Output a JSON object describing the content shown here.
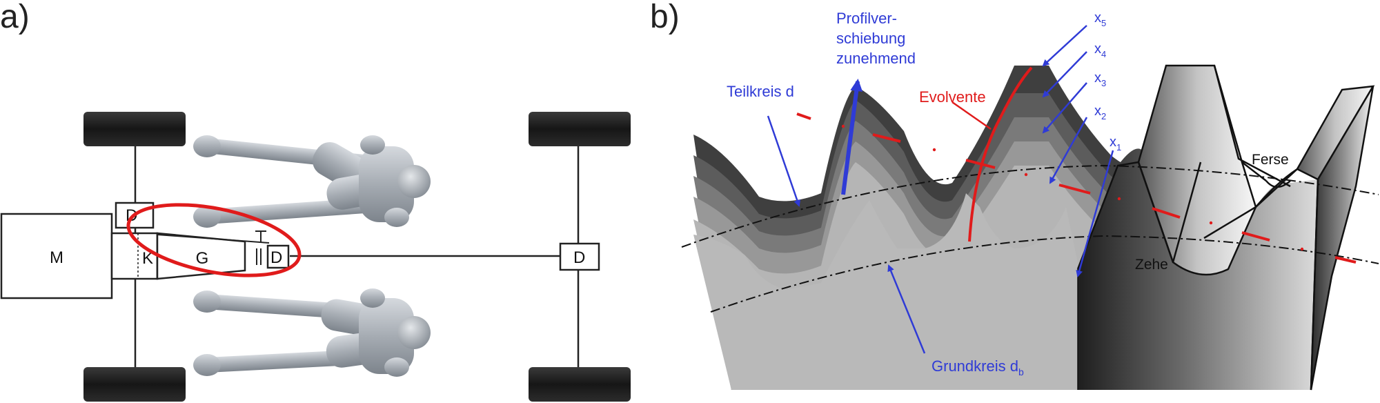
{
  "panels": {
    "a": {
      "label": "a)"
    },
    "b": {
      "label": "b)"
    }
  },
  "drivetrain": {
    "motor": "M",
    "clutch": "K",
    "gearbox": "G",
    "differential": "D"
  },
  "gear": {
    "teilkreis": "Teilkreis d",
    "profilverschiebung_lines": [
      "Profilver-",
      "schiebung",
      "zunehmend"
    ],
    "evolvente": "Evolvente",
    "grundkreis": "Grundkreis d",
    "grundkreis_sub": "b",
    "x_labels": [
      {
        "base": "x",
        "sub": "5"
      },
      {
        "base": "x",
        "sub": "4"
      },
      {
        "base": "x",
        "sub": "3"
      },
      {
        "base": "x",
        "sub": "2"
      },
      {
        "base": "x",
        "sub": "1"
      }
    ],
    "ferse": "Ferse",
    "zehe": "Zehe"
  },
  "colors": {
    "annotation_blue": "#2f3bd6",
    "highlight_red": "#e01b1b",
    "tire": "#1c1c1c",
    "mannequin": "#a7adb4"
  }
}
